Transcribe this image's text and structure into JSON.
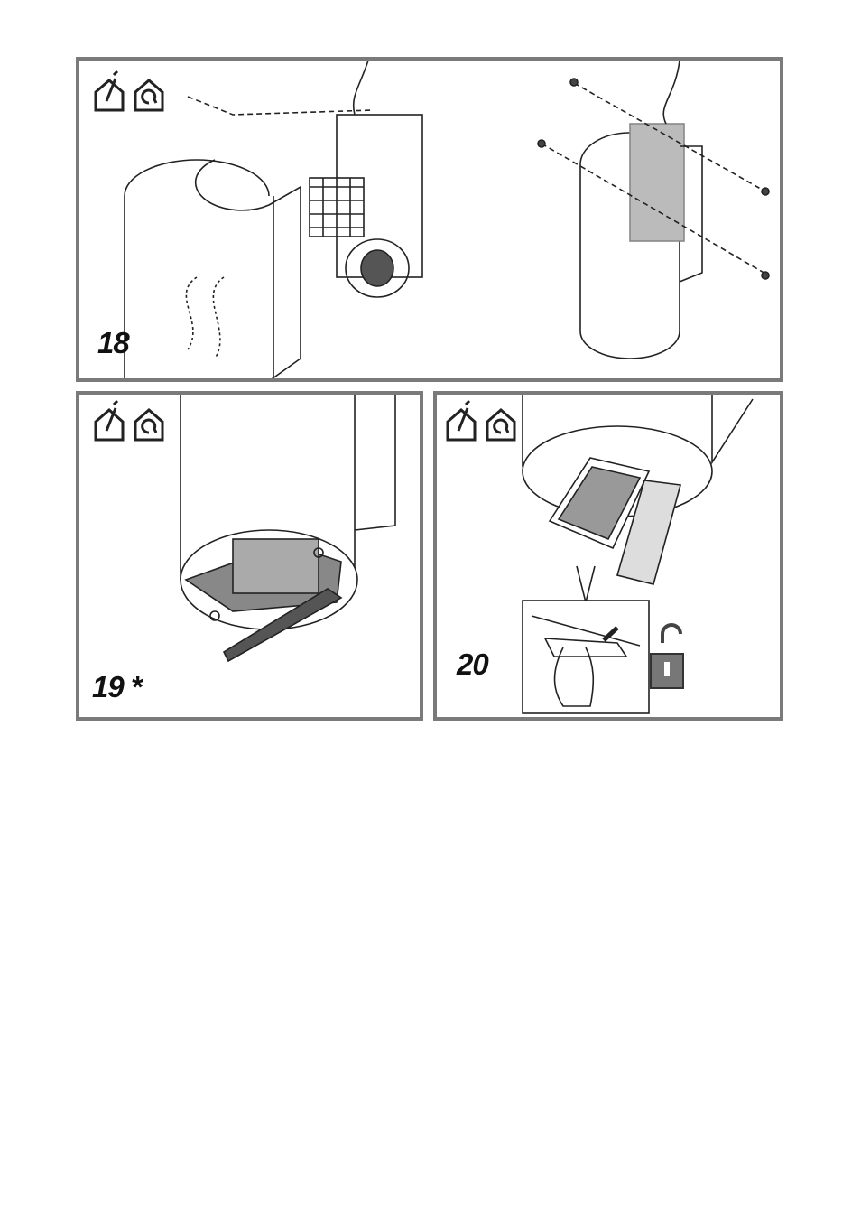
{
  "figures": [
    {
      "number": "18",
      "icons": [
        "ducted-mode-icon",
        "recirculation-mode-icon"
      ]
    },
    {
      "number": "19 *",
      "icons": [
        "ducted-mode-icon",
        "recirculation-mode-icon"
      ]
    },
    {
      "number": "20",
      "icons": [
        "ducted-mode-icon",
        "recirculation-mode-icon"
      ],
      "extra_icon": "unlock-icon"
    }
  ],
  "colors": {
    "frame": "#7a7a7a",
    "line": "#222222",
    "shade": "#9a9a9a"
  }
}
